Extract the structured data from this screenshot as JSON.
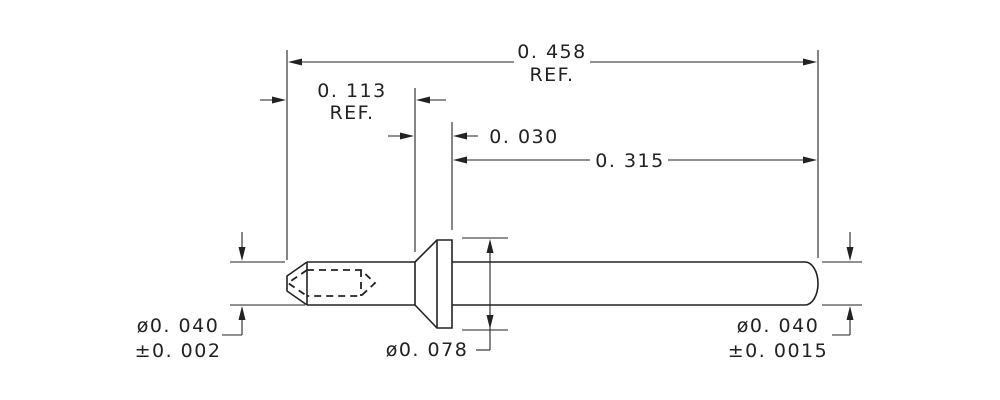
{
  "drawing": {
    "overall_length": {
      "value": "0. 458",
      "note": "REF."
    },
    "tip_length": {
      "value": "0. 113",
      "note": "REF."
    },
    "collar_thickness": {
      "value": "0. 030"
    },
    "tail_length": {
      "value": "0. 315"
    },
    "tip_diameter": {
      "value": "ø0. 040",
      "tolerance": "±0. 002"
    },
    "collar_diameter": {
      "value": "ø0. 078"
    },
    "tail_diameter": {
      "value": "ø0. 040",
      "tolerance": "±0. 0015"
    }
  }
}
